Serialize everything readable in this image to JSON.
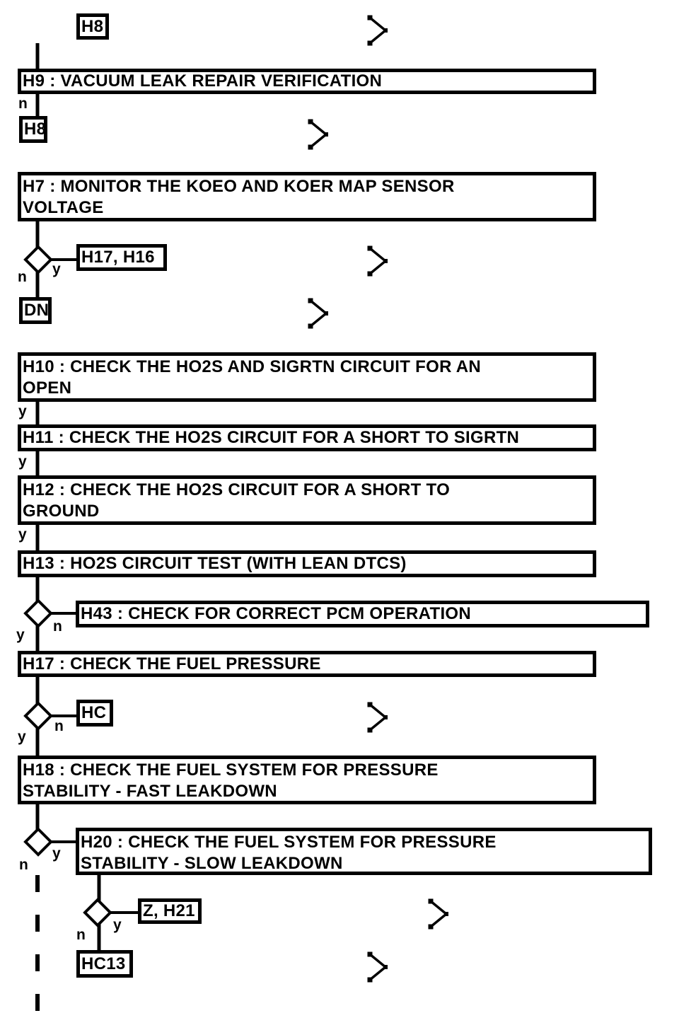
{
  "diagram": {
    "type": "diagnostic-flowchart",
    "background_color": "#ffffff",
    "line_color": "#000000",
    "text_color": "#000000",
    "branch_labels": {
      "yes": "y",
      "no": "n"
    },
    "icons": {
      "continuation_chevron": ">"
    },
    "nodes": {
      "h8_top": {
        "label": "H8"
      },
      "h9": {
        "lines": [
          "H9 : VACUUM LEAK REPAIR VERIFICATION"
        ]
      },
      "h8_return": {
        "label": "H8"
      },
      "h7": {
        "lines": [
          "H7 : MONITOR THE KOEO AND KOER MAP SENSOR",
          "VOLTAGE"
        ]
      },
      "h17_h16": {
        "label": "H17, H16"
      },
      "dn": {
        "label": "DN"
      },
      "h10": {
        "lines": [
          "H10 : CHECK THE HO2S AND SIGRTN CIRCUIT FOR AN",
          "OPEN"
        ]
      },
      "h11": {
        "lines": [
          "H11 : CHECK THE HO2S CIRCUIT FOR A SHORT TO SIGRTN"
        ]
      },
      "h12": {
        "lines": [
          "H12 : CHECK THE HO2S CIRCUIT FOR A SHORT TO",
          "GROUND"
        ]
      },
      "h13": {
        "lines": [
          "H13 : HO2S CIRCUIT TEST (WITH LEAN DTCS)"
        ]
      },
      "h43": {
        "lines": [
          "H43 : CHECK FOR CORRECT PCM OPERATION"
        ]
      },
      "h17": {
        "lines": [
          "H17 : CHECK THE FUEL PRESSURE"
        ]
      },
      "hc": {
        "label": "HC"
      },
      "h18": {
        "lines": [
          "H18 : CHECK THE FUEL SYSTEM FOR PRESSURE",
          "STABILITY - FAST LEAKDOWN"
        ]
      },
      "h20": {
        "lines": [
          "H20 : CHECK THE FUEL SYSTEM FOR PRESSURE",
          "STABILITY - SLOW LEAKDOWN"
        ]
      },
      "z_h21": {
        "label": "Z, H21"
      },
      "hc13": {
        "label": "HC13"
      }
    }
  }
}
